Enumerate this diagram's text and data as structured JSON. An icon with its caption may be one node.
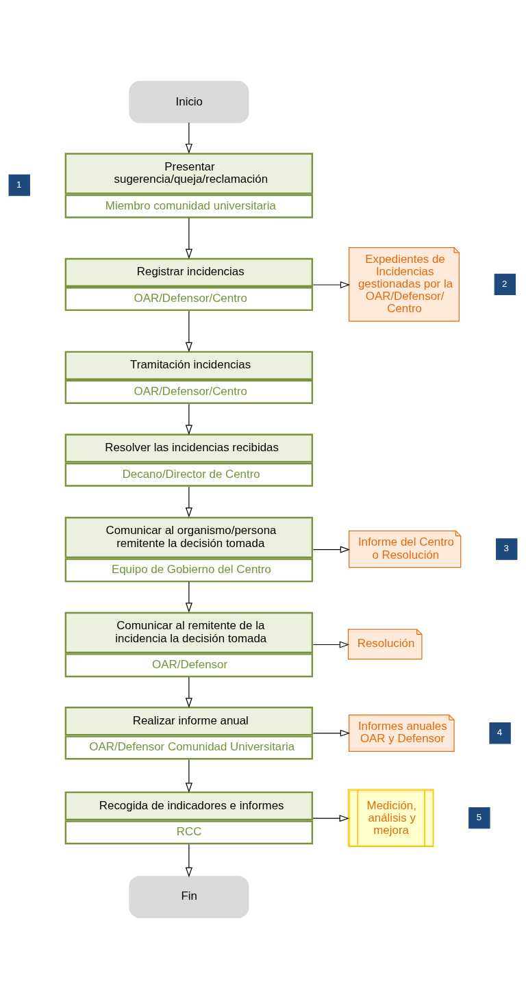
{
  "diagram": {
    "nodes": [
      {
        "text": [
          "Inicio"
        ]
      },
      {
        "text": [
          "Presentar sugerencia/queja/reclamación",
          "Miembro comunidad universitaria"
        ]
      },
      {
        "text": [
          "Registrar incidencias",
          "OAR/Defensor/Centro"
        ]
      },
      {
        "text": [
          "Tramitación incidencias",
          "OAR/Defensor/Centro"
        ]
      },
      {
        "text": [
          "Resolver las incidencias recibidas",
          "Decano/Director de Centro"
        ]
      },
      {
        "text": [
          "Comunicar al organismo/persona remitente la decisión tomada",
          "Equipo de Gobierno del Centro"
        ]
      },
      {
        "text": [
          "Comunicar al remitente de la incidencia la decisión tomada",
          "OAR/Defensor"
        ]
      },
      {
        "text": [
          "Realizar informe anual",
          "OAR/Defensor Comunidad Universitaria"
        ]
      },
      {
        "text": [
          "Recogida de indicadores e informes",
          "RCC"
        ]
      },
      {
        "text": [
          "Fin"
        ]
      },
      {
        "text": [
          "Expedientes de Incidencias gestionadas por la OAR/Defensor/ Centro"
        ]
      },
      {
        "text": [
          "Informe del Centro o Resolución"
        ]
      },
      {
        "text": [
          "Resolución"
        ]
      },
      {
        "text": [
          "Informes anuales OAR y Defensor"
        ]
      },
      {
        "text": [
          "Medición, análisis y mejora"
        ]
      },
      {
        "text": [
          "1"
        ]
      },
      {
        "text": [
          "2"
        ]
      },
      {
        "text": [
          "3"
        ]
      },
      {
        "text": [
          "4"
        ]
      },
      {
        "text": [
          "5"
        ]
      }
    ],
    "edges": [
      {
        "from": 0,
        "to": 1,
        "arrow": "to"
      },
      {
        "from": 1,
        "to": 2,
        "arrow": "to"
      },
      {
        "from": 2,
        "to": 10,
        "arrow": "to"
      },
      {
        "from": 2,
        "to": 3,
        "arrow": "to"
      },
      {
        "from": 3,
        "to": 4,
        "arrow": "to"
      },
      {
        "from": 4,
        "to": 5,
        "arrow": "to"
      },
      {
        "from": 5,
        "to": 11,
        "arrow": "to"
      },
      {
        "from": 5,
        "to": 6,
        "arrow": "to"
      },
      {
        "from": 6,
        "to": 12,
        "arrow": "to"
      },
      {
        "from": 6,
        "to": 7,
        "arrow": "to"
      },
      {
        "from": 7,
        "to": 13,
        "arrow": "to"
      },
      {
        "from": 7,
        "to": 8,
        "arrow": "to"
      },
      {
        "from": 8,
        "to": 14,
        "arrow": "to"
      },
      {
        "from": 8,
        "to": 9,
        "arrow": "to"
      }
    ]
  }
}
